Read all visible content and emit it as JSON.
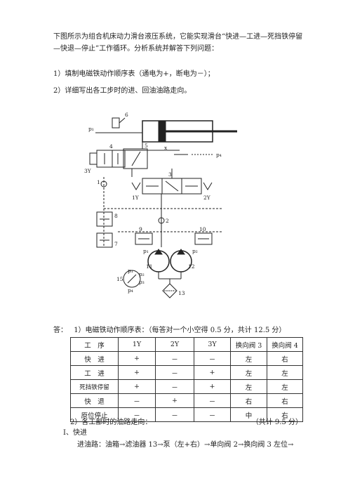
{
  "intro": "下图所示为组合机床动力滑台液压系统，它能实现滑台“快进—工进—死挡铁停留—快退—停止”工作循环。分析系统并解答下列问题：",
  "questions": {
    "q1": "1）填制电磁铁动作顺序表（通电为+，断电为－）；",
    "q2": "2）详细写出各工步时的进、回油油路走向。"
  },
  "diagram_labels": {
    "p1": "p₁",
    "p4": "p₄",
    "6": "6",
    "x": "x",
    "n4": "4",
    "n3": "3",
    "n5": "5",
    "y3": "3Y",
    "y1": "1Y",
    "y2": "2Y",
    "n1": "1",
    "n7": "7",
    "n8": "8",
    "n9": "9",
    "n10": "10",
    "n2": "2",
    "n11": "11",
    "n12": "12",
    "pp1": "p₁",
    "pp2": "p₂",
    "n15": "15",
    "n13": "13",
    "g1": "p₁",
    "g2": "p₂",
    "g3": "p₃",
    "g4": "p₄"
  },
  "answer": {
    "label": "答：",
    "q1_text": "1）电磁铁动作顺序表：（每答对一个小空得 0.5 分，共计 12.5 分）"
  },
  "table": {
    "header": [
      "工　序",
      "1Y",
      "2Y",
      "3Y",
      "换向阀 3",
      "换向阀 4"
    ],
    "rows": [
      [
        "快　进",
        "+",
        "－",
        "－",
        "左",
        "右"
      ],
      [
        "工　进",
        "+",
        "－",
        "+",
        "左",
        "左"
      ],
      [
        "死挡铁停留",
        "+",
        "－",
        "+",
        "左",
        "左"
      ],
      [
        "快　退",
        "－",
        "+",
        "－",
        "右",
        "右"
      ],
      [
        "原位停止",
        "－",
        "－",
        "－",
        "中",
        "右"
      ]
    ]
  },
  "oil": {
    "title": "2）各工部时的油路走向：",
    "score": "（共计 9.5 分）",
    "sec1": "Ⅰ、快进",
    "sec1_in": "进油路：油箱→滤油器 13→泵（左+右）→单向阀 2→换向阀 3 左位→"
  }
}
